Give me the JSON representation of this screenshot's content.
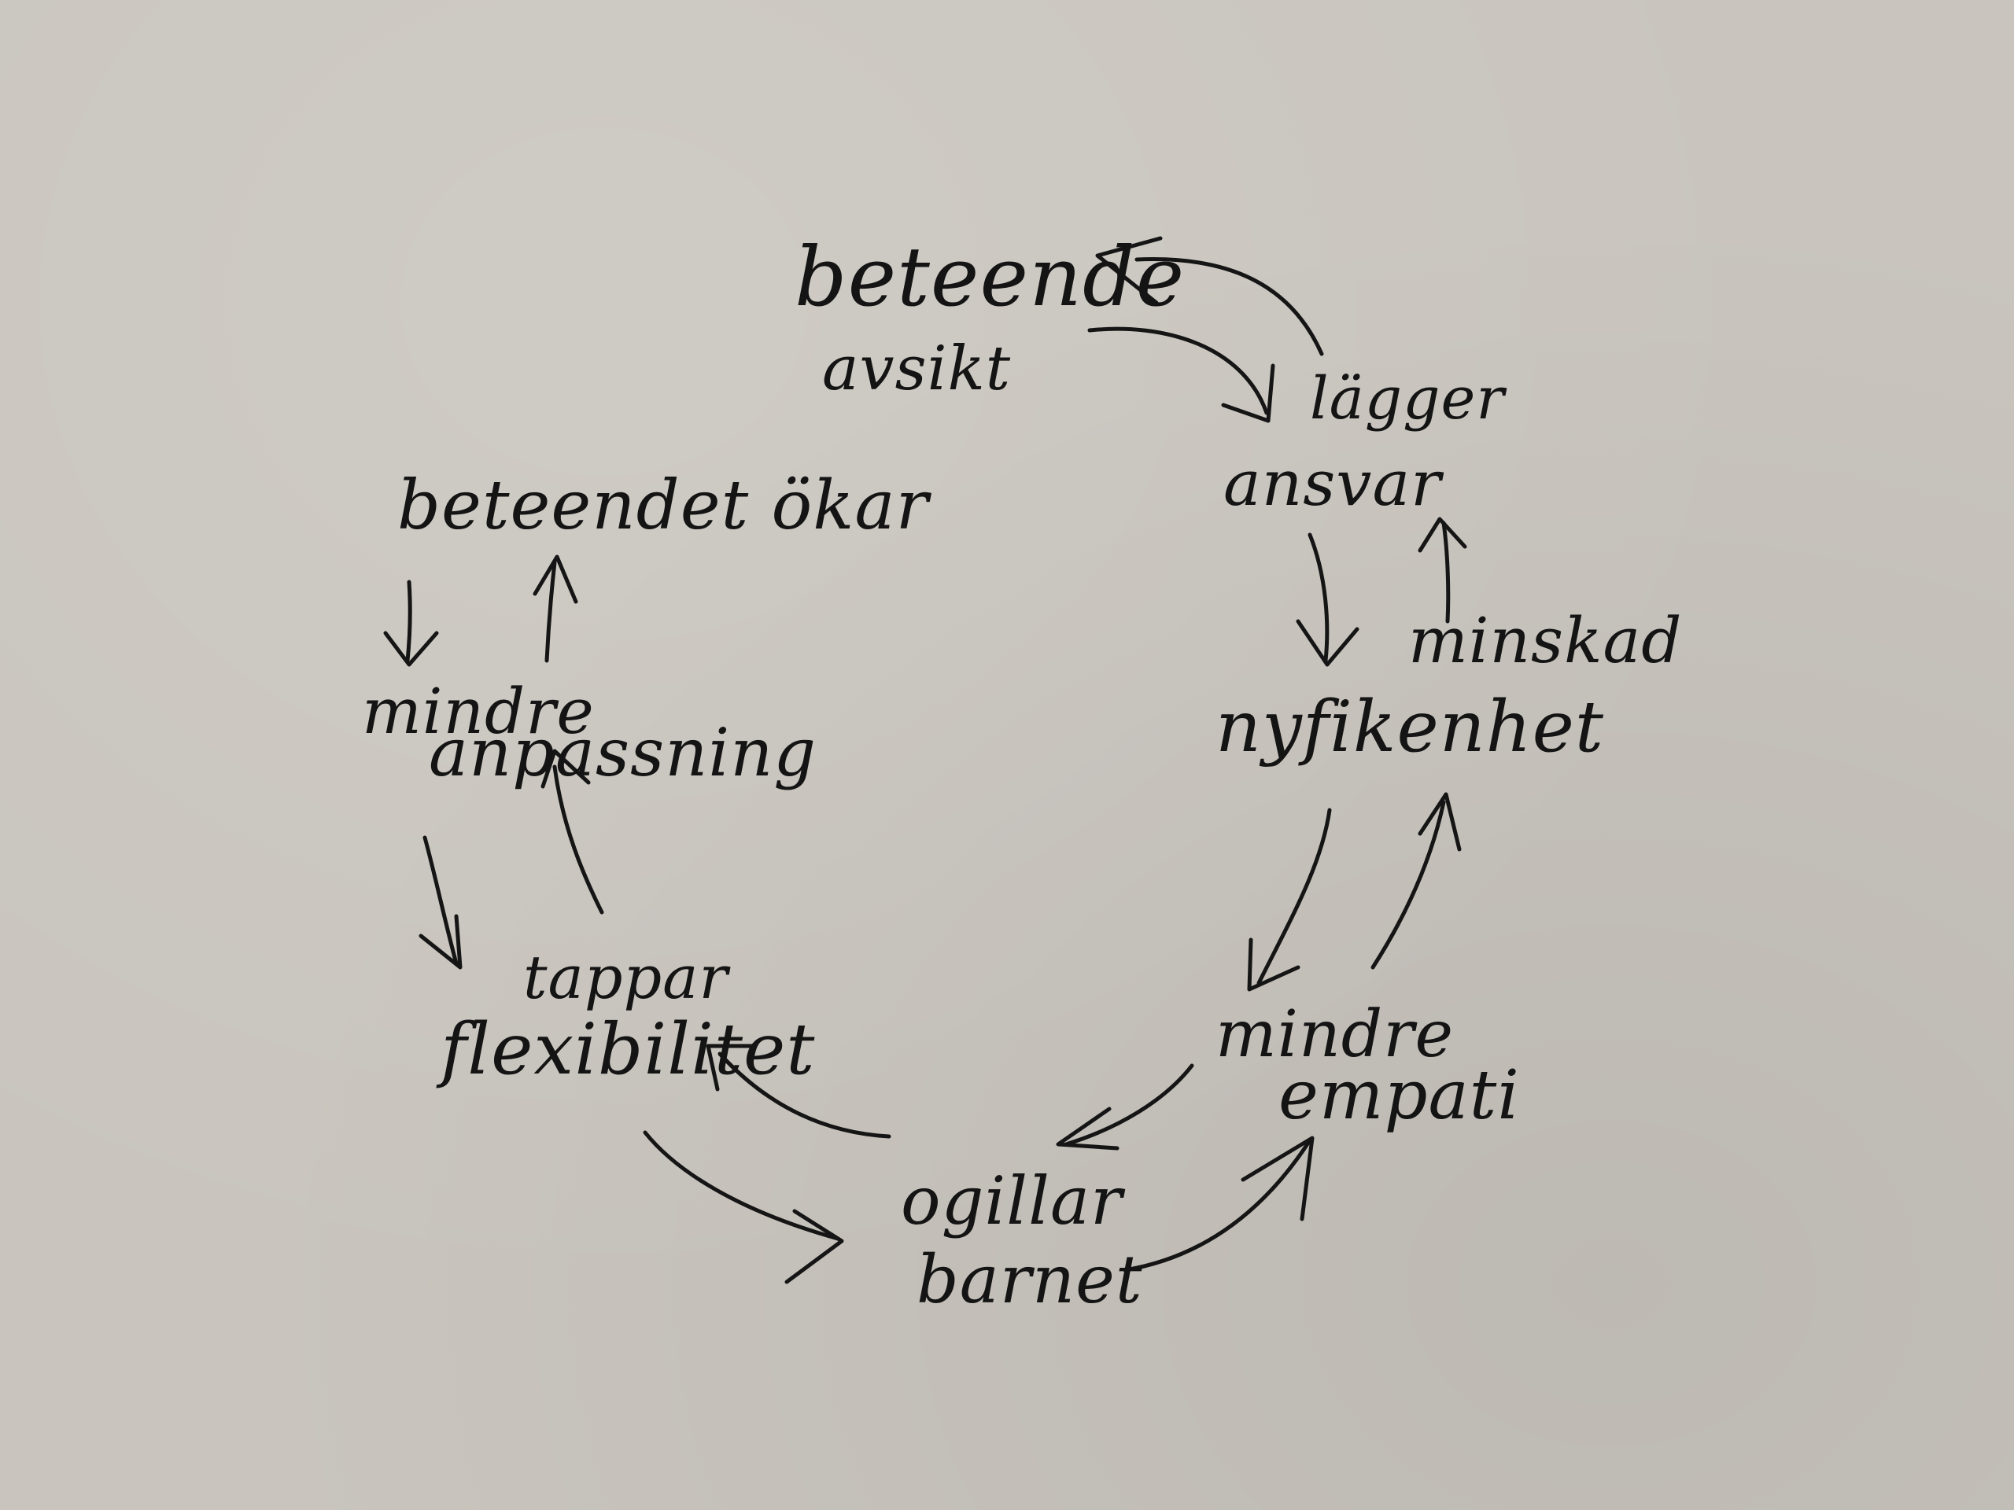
{
  "diagram": {
    "nodes": {
      "beteende": {
        "line1": "beteende",
        "line2": "avsikt"
      },
      "lagger_ansvar": {
        "line1": "lägger",
        "line2": "ansvar"
      },
      "nyfikenhet": {
        "line1": "minskad",
        "line2": "nyfikenhet"
      },
      "mindre_empati": {
        "line1": "mindre",
        "line2": "empati"
      },
      "ogillar_barnet": {
        "line1": "ogillar",
        "line2": "barnet"
      },
      "tappar_flexibilitet": {
        "line1": "tappar",
        "line2": "flexibilitet"
      },
      "mindre_anpassning": {
        "line1": "mindre",
        "line2": "anpassning"
      },
      "beteendet_okar": {
        "line1": "beteendet ökar"
      }
    },
    "edges": [
      {
        "from": "beteende",
        "to": "lagger_ansvar"
      },
      {
        "from": "lagger_ansvar",
        "to": "beteende"
      },
      {
        "from": "lagger_ansvar",
        "to": "nyfikenhet"
      },
      {
        "from": "nyfikenhet",
        "to": "lagger_ansvar"
      },
      {
        "from": "nyfikenhet",
        "to": "mindre_empati"
      },
      {
        "from": "mindre_empati",
        "to": "nyfikenhet"
      },
      {
        "from": "mindre_empati",
        "to": "ogillar_barnet"
      },
      {
        "from": "ogillar_barnet",
        "to": "mindre_empati"
      },
      {
        "from": "ogillar_barnet",
        "to": "tappar_flexibilitet"
      },
      {
        "from": "tappar_flexibilitet",
        "to": "ogillar_barnet"
      },
      {
        "from": "tappar_flexibilitet",
        "to": "mindre_anpassning"
      },
      {
        "from": "mindre_anpassning",
        "to": "tappar_flexibilitet"
      },
      {
        "from": "mindre_anpassning",
        "to": "beteendet_okar"
      },
      {
        "from": "beteendet_okar",
        "to": "mindre_anpassning"
      }
    ]
  }
}
